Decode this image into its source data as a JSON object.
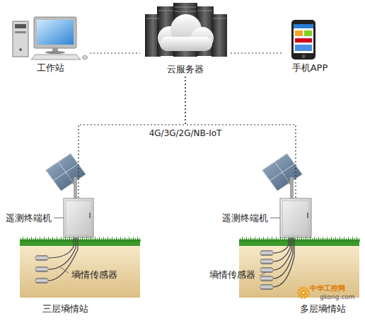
{
  "diagram": {
    "nodes": [
      {
        "text": [
          "工作站"
        ]
      },
      {
        "text": [
          "云服务器"
        ]
      },
      {
        "text": [
          "手机APP"
        ]
      },
      {
        "text": [
          "遥测终端机"
        ]
      },
      {
        "text": [
          "遥测终端机"
        ]
      }
    ],
    "edges": [
      {
        "from": 0,
        "to": 1,
        "arrow": "none"
      },
      {
        "from": 1,
        "to": 2,
        "arrow": "none"
      },
      {
        "from": 1,
        "to": 3,
        "arrow": "none"
      },
      {
        "from": 1,
        "to": 4,
        "arrow": "none"
      }
    ],
    "labels": [
      "4G/3G/2G/NB-IoT",
      "墒情传感器",
      "三层墒情站",
      "墒情传感器",
      "多层墒情站",
      "中华工控网",
      "gkong.com"
    ]
  }
}
